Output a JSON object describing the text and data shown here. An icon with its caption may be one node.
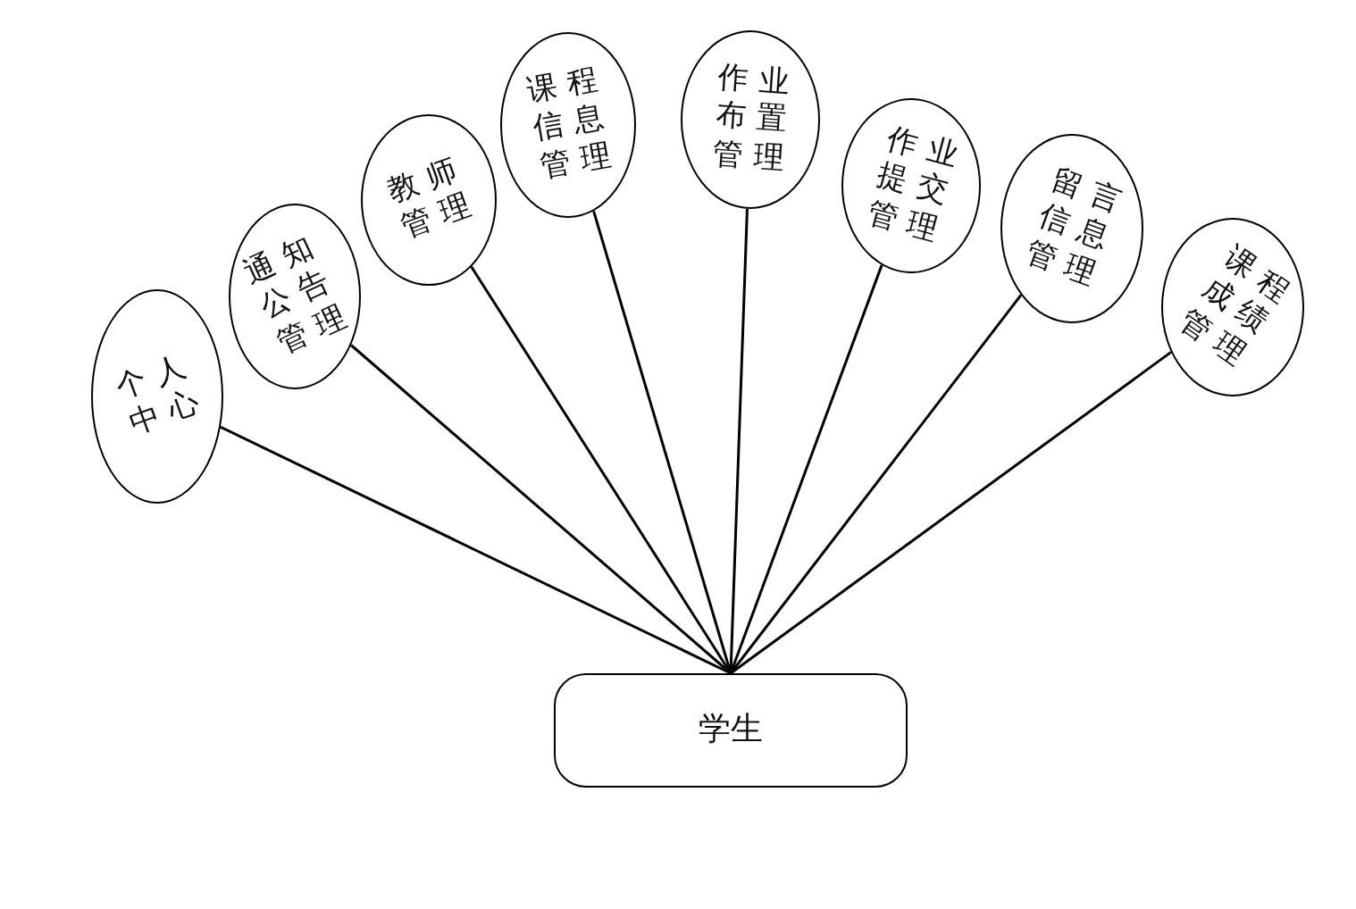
{
  "diagram": {
    "nodes": [
      {
        "text": [
          "学生"
        ]
      },
      {
        "text": [
          "个人中心"
        ]
      },
      {
        "text": [
          "通知公告管理"
        ]
      },
      {
        "text": [
          "教师管理"
        ]
      },
      {
        "text": [
          "课程信息管理"
        ]
      },
      {
        "text": [
          "作业布置管理"
        ]
      },
      {
        "text": [
          "作业提交管理"
        ]
      },
      {
        "text": [
          "留言信息管理"
        ]
      },
      {
        "text": [
          "课程成绩管理"
        ]
      }
    ],
    "edges": [
      {
        "from": 1,
        "to": 0,
        "arrow": "none"
      },
      {
        "from": 2,
        "to": 0,
        "arrow": "none"
      },
      {
        "from": 3,
        "to": 0,
        "arrow": "none"
      },
      {
        "from": 4,
        "to": 0,
        "arrow": "none"
      },
      {
        "from": 5,
        "to": 0,
        "arrow": "none"
      },
      {
        "from": 6,
        "to": 0,
        "arrow": "none"
      },
      {
        "from": 7,
        "to": 0,
        "arrow": "none"
      },
      {
        "from": 8,
        "to": 0,
        "arrow": "none"
      }
    ]
  }
}
